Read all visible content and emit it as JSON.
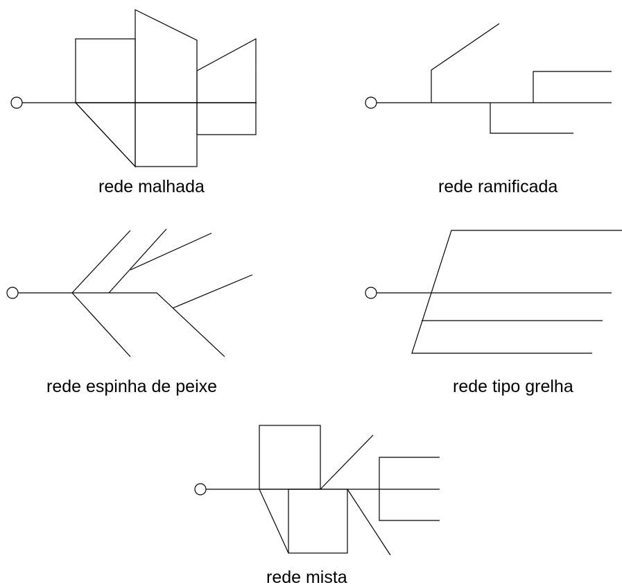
{
  "diagrams": [
    {
      "id": "malhada",
      "label": "rede malhada"
    },
    {
      "id": "ramificada",
      "label": "rede ramificada"
    },
    {
      "id": "espinha",
      "label": "rede espinha de peixe"
    },
    {
      "id": "grelha",
      "label": "rede tipo grelha"
    },
    {
      "id": "mista",
      "label": "rede mista"
    }
  ],
  "colors": {
    "line": "#000000",
    "background": "#ffffff"
  }
}
